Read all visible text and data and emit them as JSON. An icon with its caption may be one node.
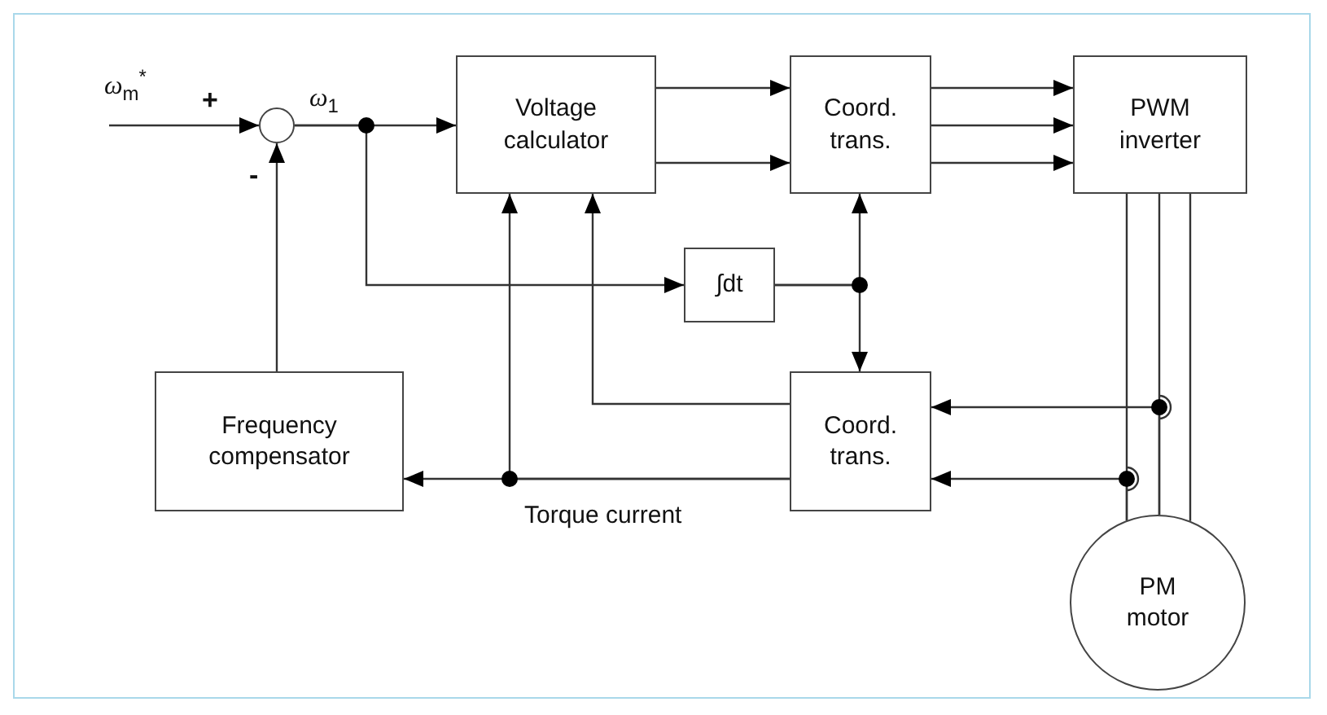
{
  "diagram": {
    "nodes": [
      {
        "text": [],
        "shape": "circle"
      },
      {
        "text": [
          "Voltage calculator"
        ]
      },
      {
        "text": [
          "Coord. trans."
        ]
      },
      {
        "text": [
          "PWM inverter"
        ]
      },
      {
        "text": [
          "∫dt"
        ]
      },
      {
        "text": [
          "Frequency compensator"
        ]
      },
      {
        "text": [
          "Coord. trans."
        ]
      },
      {
        "text": [
          "PM motor"
        ]
      }
    ],
    "edges": [
      {
        "from": null,
        "to": 0,
        "arrow": "to"
      },
      {
        "from": 0,
        "to": 1,
        "arrow": "to"
      },
      {
        "from": 0,
        "to": 4,
        "arrow": "to"
      },
      {
        "from": 1,
        "to": 2,
        "arrow": "to"
      },
      {
        "from": 1,
        "to": 2,
        "arrow": "to"
      },
      {
        "from": 2,
        "to": 3,
        "arrow": "to"
      },
      {
        "from": 2,
        "to": 3,
        "arrow": "to"
      },
      {
        "from": 2,
        "to": 3,
        "arrow": "to"
      },
      {
        "from": 4,
        "to": 2,
        "arrow": "to"
      },
      {
        "from": 4,
        "to": 6,
        "arrow": "to"
      },
      {
        "from": 5,
        "to": 0,
        "arrow": "to"
      },
      {
        "from": 6,
        "to": 1,
        "arrow": "to"
      },
      {
        "from": 6,
        "to": 5,
        "arrow": "to",
        "label": "Torque current"
      },
      {
        "from": 6,
        "to": 1,
        "arrow": "to"
      },
      {
        "from": 3,
        "to": 7,
        "arrow": "none"
      },
      {
        "from": 3,
        "to": 7,
        "arrow": "none"
      },
      {
        "from": 3,
        "to": 7,
        "arrow": "none"
      },
      {
        "from": 7,
        "to": 6,
        "arrow": "to"
      },
      {
        "from": 7,
        "to": 6,
        "arrow": "to"
      }
    ],
    "labels": [
      "ω$_{m}$$^{*}$",
      "+",
      "-",
      "ω$_{1}$"
    ]
  }
}
